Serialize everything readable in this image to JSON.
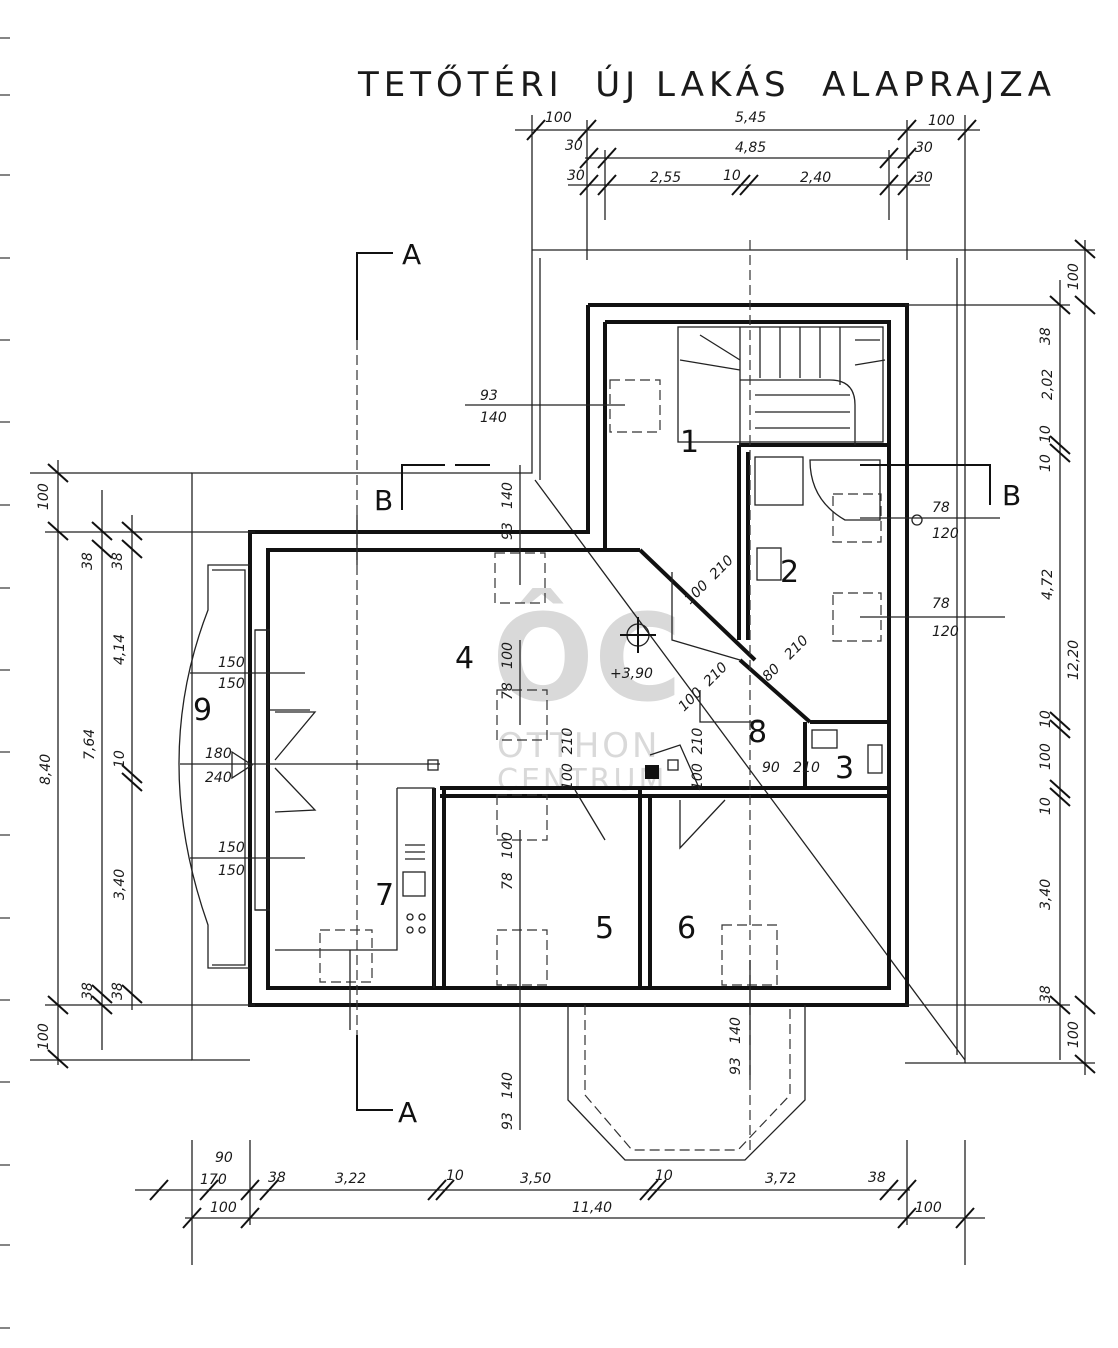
{
  "title": "TETŐTÉRI  ÚJ LAKÁS  ALAPRAJZA",
  "watermark": {
    "logo": "ÔC",
    "line1": "OTTHON",
    "line2": "CENTRUM"
  },
  "section_marks": {
    "a_top": "A",
    "a_bottom": "A",
    "b_left": "B",
    "b_right": "B"
  },
  "rooms": {
    "r1": "1",
    "r2": "2",
    "r3": "3",
    "r4": "4",
    "r5": "5",
    "r6": "6",
    "r7": "7",
    "r8": "8",
    "r9": "9"
  },
  "top_dims": {
    "left_100": "100",
    "total_545": "5,45",
    "right_100": "100",
    "row2_30a": "30",
    "total_485": "4,85",
    "row2_30b": "30",
    "row3_30a": "30",
    "d_255": "2,55",
    "d_10": "10",
    "d_240": "2,40",
    "row3_30b": "30"
  },
  "right_dims": {
    "d100_top": "100",
    "d38_top": "38",
    "d202": "2,02",
    "d10a": "10",
    "d10b": "10",
    "d472": "4,72",
    "d1220": "12,20",
    "d10c": "10",
    "d100mid": "100",
    "d10d": "10",
    "d340": "3,40",
    "d38_bot": "38",
    "d100_bot": "100"
  },
  "left_dims": {
    "d100_top": "100",
    "d38_top": "38",
    "d38_top2": "38",
    "d414": "4,14",
    "d840": "8,40",
    "d764": "7,64",
    "d10": "10",
    "d340": "3,40",
    "d38_bot": "38",
    "d38_bot2": "38",
    "d100_bot": "100"
  },
  "bottom_dims": {
    "d90": "90",
    "d170": "170",
    "d100": "100",
    "d38a": "38",
    "d322": "3,22",
    "d10a": "10",
    "d350": "3,50",
    "d10b": "10",
    "d372": "3,72",
    "d38b": "38",
    "d1140": "11,40",
    "d100r": "100"
  },
  "window_labels": {
    "w1_top": "93",
    "w1_bot": "140",
    "w2_top": "78",
    "w2_bot": "120",
    "w3_top": "78",
    "w3_bot": "120",
    "w4_v": "93   140",
    "w4_door": "100  210",
    "w5_v": "78   100",
    "w6_v": "100  210",
    "w7_v": "80   210",
    "w8_v": "100  210",
    "w9_v": "100  210",
    "w10_v": "90   210",
    "w11_v": "78   100",
    "w12_v": "93   140",
    "w13_v": "93   140",
    "w9a_top": "150",
    "w9a_bot": "150",
    "w9b_top": "180",
    "w9b_bot": "240",
    "w9c_top": "150",
    "w9c_bot": "150",
    "level": "+3,90"
  }
}
